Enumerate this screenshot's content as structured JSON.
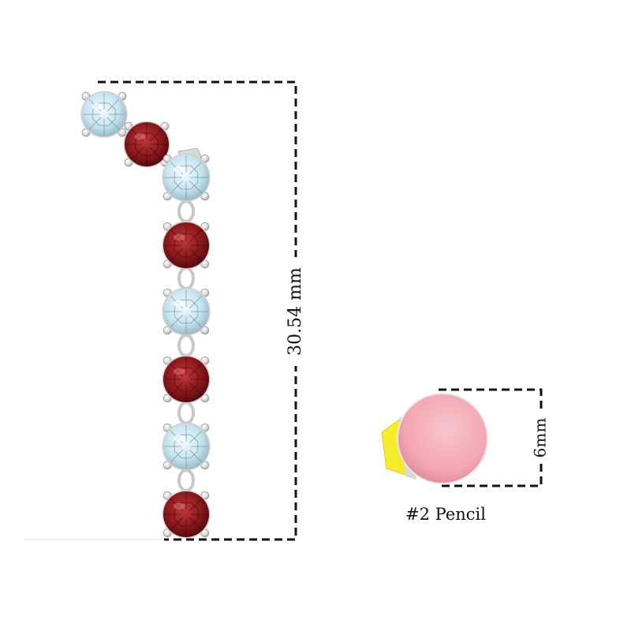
{
  "earring": {
    "height_label": "30.54 mm",
    "stones": [
      "aquamarine",
      "garnet",
      "aquamarine",
      "garnet",
      "aquamarine",
      "garnet",
      "aquamarine",
      "garnet"
    ]
  },
  "pencil": {
    "size_label": "6mm",
    "caption": "#2 Pencil"
  },
  "colors": {
    "garnet": "#8e1a1e",
    "garnet_light": "#c0393c",
    "garnet_dark": "#4e070a",
    "aquamarine": "#c6e3ee",
    "aquamarine_light": "#f4fbff",
    "aquamarine_dark": "#8fb2c0",
    "metal": "#d9d9d9",
    "eraser": "#f3a7b2",
    "pencil_body": "#f5ec2a",
    "dimension_line": "#111111"
  }
}
